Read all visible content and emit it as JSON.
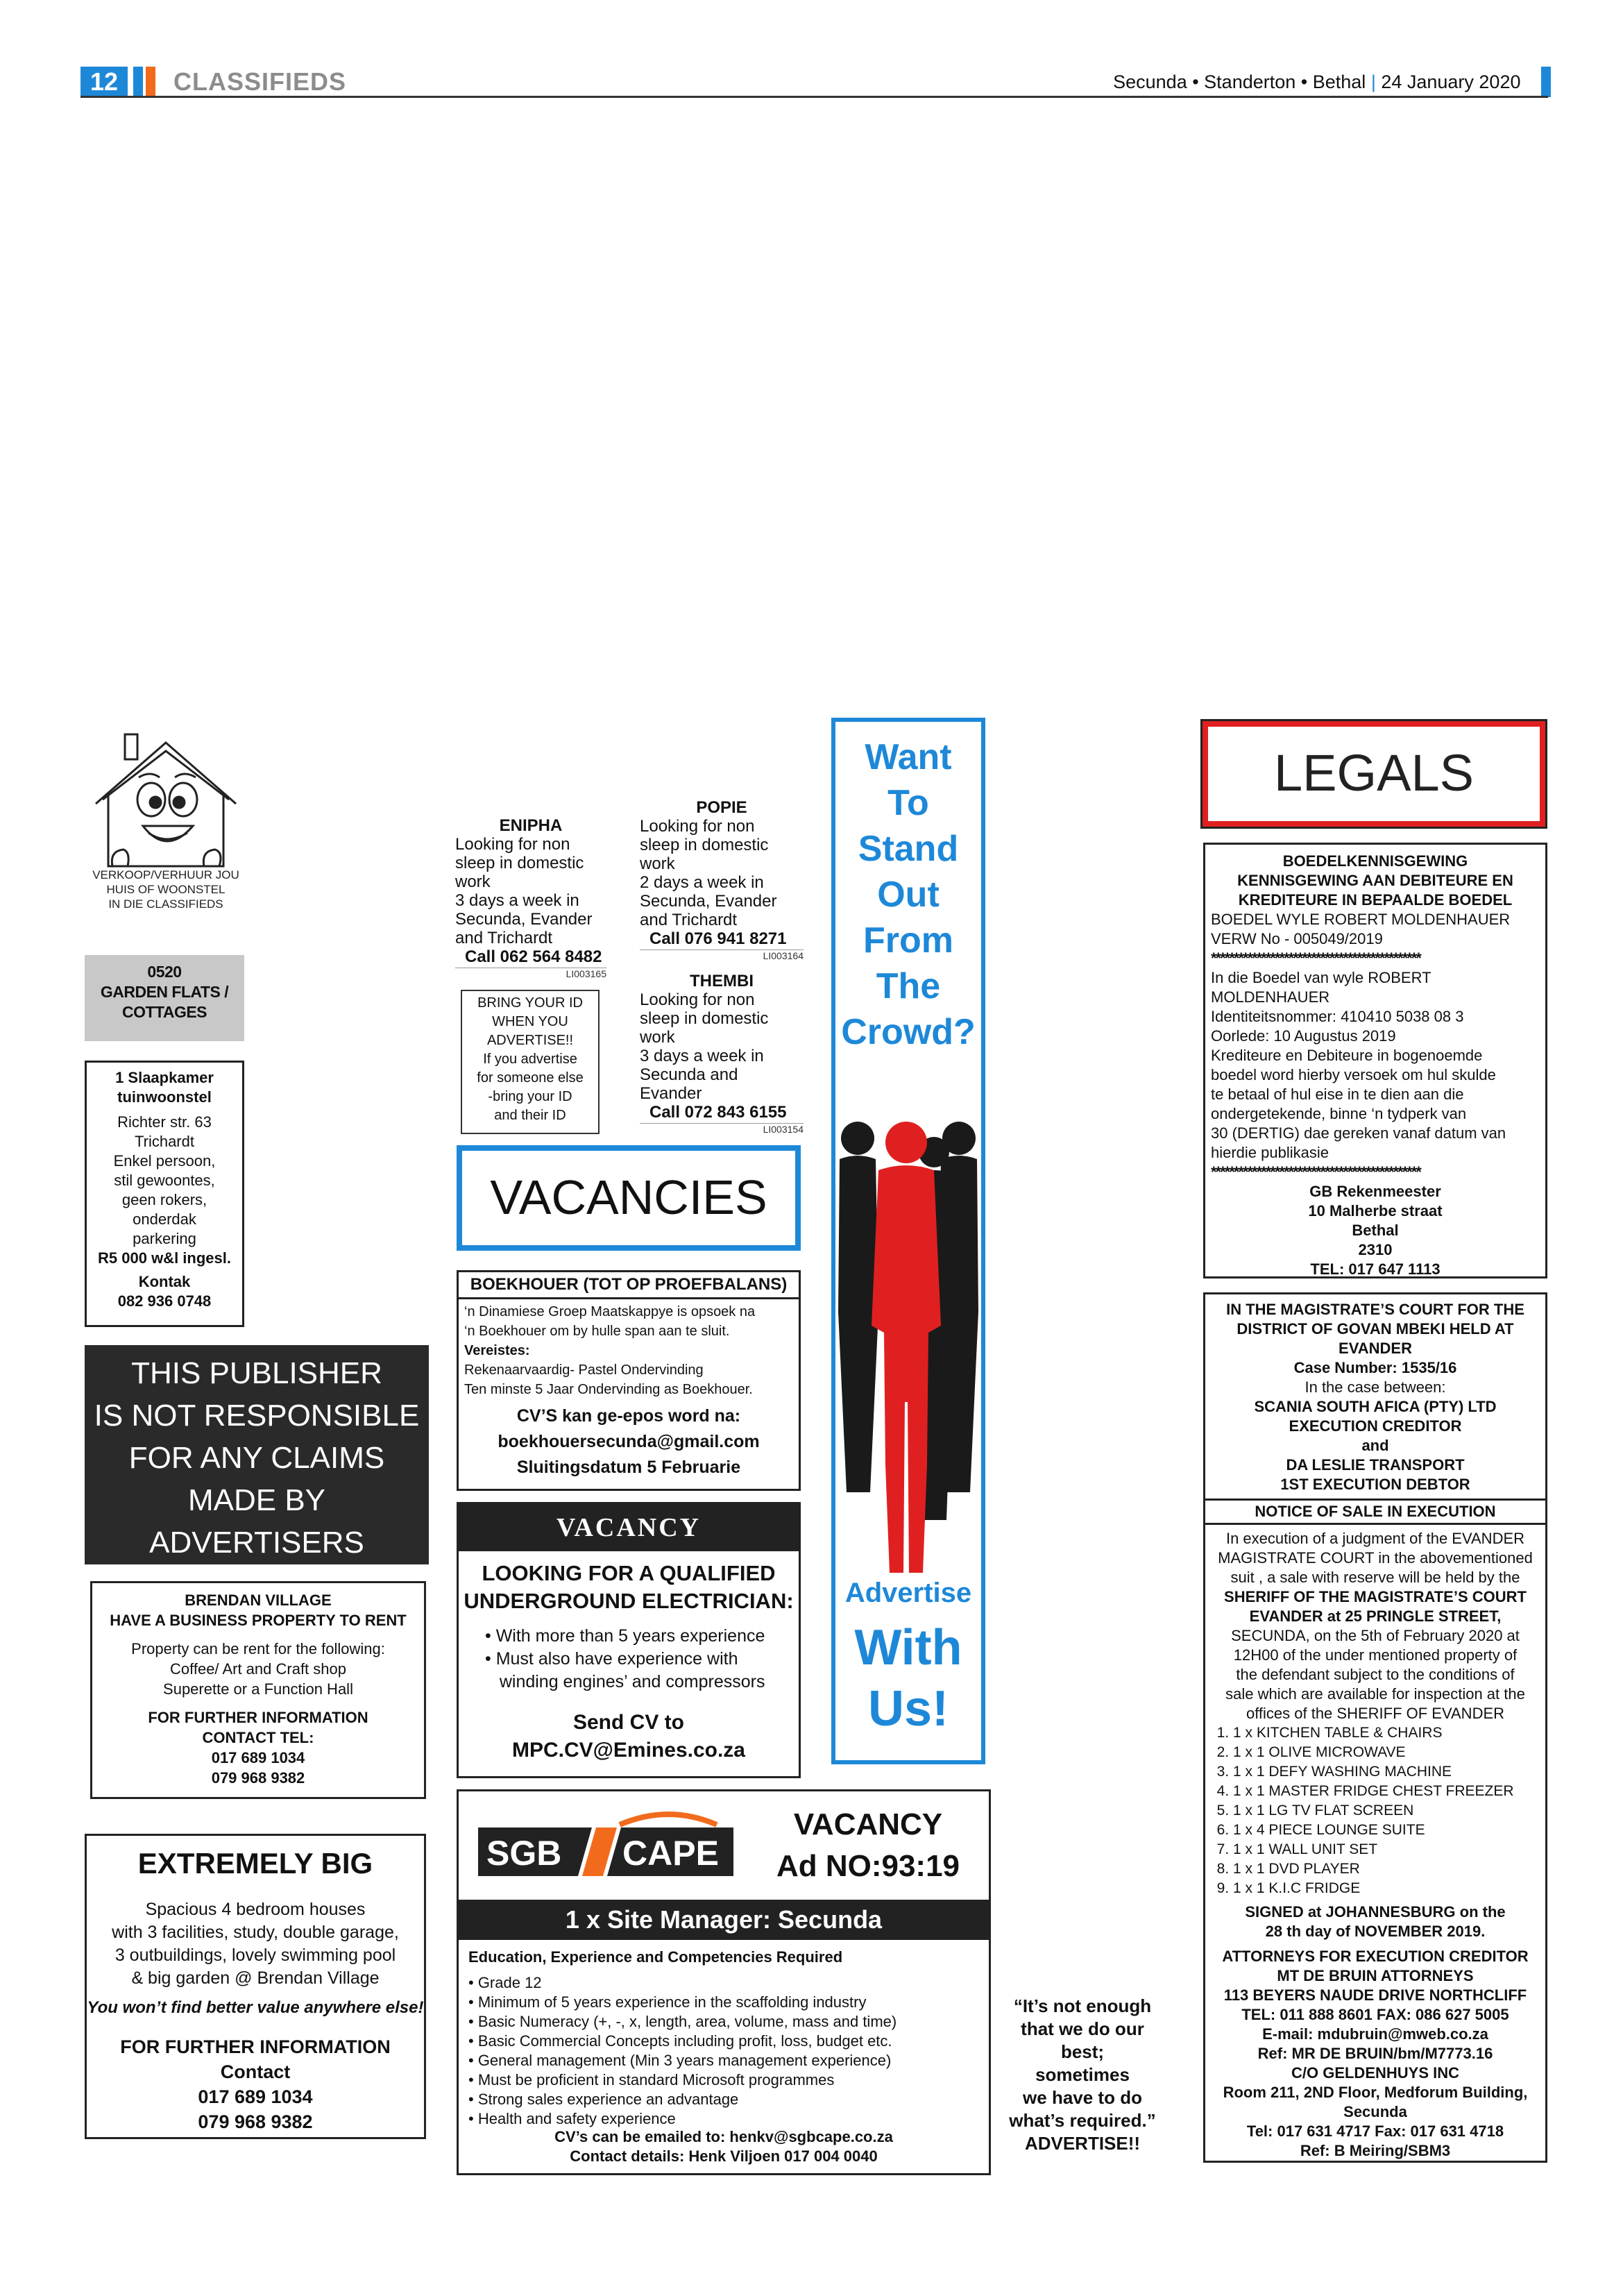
{
  "header": {
    "page_number": "12",
    "section": "CLASSIFIEDS",
    "towns": "Secunda • Standerton • Bethal",
    "date": "24 January 2020"
  },
  "house_ad": {
    "lines": [
      "VERKOOP/VERHUUR JOU",
      "HUIS OF WOONSTEL",
      "IN DIE CLASSIFIEDS"
    ]
  },
  "garden_flats": {
    "code": "0520",
    "title_1": "GARDEN FLATS /",
    "title_2": "COTTAGES"
  },
  "slaapkamer": {
    "title_1": "1 Slaapkamer",
    "title_2": "tuinwoonstel",
    "lines": [
      "Richter str. 63",
      "Trichardt",
      "Enkel persoon,",
      "stil gewoontes,",
      "geen rokers,",
      "onderdak",
      "parkering"
    ],
    "price": "R5 000 w&l ingesl.",
    "contact_label": "Kontak",
    "phone": "082 936 0748"
  },
  "publisher": {
    "lines": [
      "THIS PUBLISHER",
      "IS NOT RESPONSIBLE",
      "FOR ANY CLAIMS",
      "MADE BY",
      "ADVERTISERS"
    ]
  },
  "brendan": {
    "title_1": "BRENDAN VILLAGE",
    "title_2": "HAVE A  BUSINESS PROPERTY TO RENT",
    "lines": [
      "Property can be rent for the following:",
      "Coffee/ Art and Craft shop",
      "Superette  or a Function Hall"
    ],
    "info_1": "FOR FURTHER INFORMATION",
    "info_2": "CONTACT TEL:",
    "phone_1": "017 689 1034",
    "phone_2": "079 968 9382"
  },
  "extremely_big": {
    "title": "EXTREMELY BIG",
    "lines": [
      "Spacious 4 bedroom houses",
      "with 3 facilities, study, double garage,",
      "3 outbuildings, lovely swimming pool",
      "& big garden @ Brendan Village"
    ],
    "tagline": "You won’t find better value anywhere else!",
    "info_1": "FOR FURTHER INFORMATION",
    "info_2": "Contact",
    "phone_1": "017 689 1034",
    "phone_2": "079 968 9382"
  },
  "enipha": {
    "name": "ENIPHA",
    "lines": [
      "Looking for non",
      "sleep in domestic",
      "work",
      "3 days a week in",
      "Secunda, Evander",
      "and Trichardt"
    ],
    "call": "Call 062 564 8482",
    "code": "LI003165"
  },
  "popie": {
    "name": "POPIE",
    "lines": [
      "Looking for non",
      "sleep in domestic",
      "work",
      "2 days a week in",
      "Secunda, Evander",
      "and Trichardt"
    ],
    "call": "Call 076 941 8271",
    "code": "LI003164"
  },
  "thembi": {
    "name": "THEMBI",
    "lines": [
      "Looking for non",
      "sleep in domestic",
      "work",
      "3 days a week in",
      "Secunda and",
      "Evander"
    ],
    "call": "Call 072 843 6155",
    "code": "LI003154"
  },
  "bring_id": {
    "lines": [
      "BRING YOUR ID",
      "WHEN YOU",
      "ADVERTISE!!",
      "If you advertise",
      "for someone else",
      "-bring your ID",
      "and their ID"
    ]
  },
  "vacancies": {
    "label": "VACANCIES"
  },
  "boekhouer": {
    "title": "BOEKHOUER (TOT OP PROEFBALANS)",
    "intro_1": "‘n Dinamiese Groep Maatskappye is opsoek na",
    "intro_2": "‘n Boekhouer om by hulle span aan te sluit.",
    "req_label": "Vereistes:",
    "req_1": "Rekenaarvaardig- Pastel Ondervinding",
    "req_2": "Ten minste 5 Jaar Ondervinding as Boekhouer.",
    "cv_1": "CV’S kan ge-epos word na:",
    "cv_2": "boekhouersecunda@gmail.com",
    "cv_3": "Sluitingsdatum 5 Februarie"
  },
  "electrician": {
    "header": "VACANCY",
    "title_1": "LOOKING FOR A QUALIFIED",
    "title_2": "UNDERGROUND ELECTRICIAN:",
    "bullets": [
      "• With more than 5 years experience",
      "• Must also have experience with",
      "   winding engines’ and compressors"
    ],
    "send_1": "Send CV to",
    "send_2": "MPC.CV@Emines.co.za"
  },
  "sgb": {
    "logo_left": "SGB",
    "logo_right": "CAPE",
    "vacancy": "VACANCY",
    "ad_no": "Ad NO:93:19",
    "position": "1 x Site Manager: Secunda",
    "sub": "Education, Experience and Competencies Required",
    "bullets": [
      "• Grade 12",
      "• Minimum of 5 years experience in the scaffolding industry",
      "• Basic Numeracy (+, -, x, length, area, volume, mass and time)",
      "• Basic Commercial Concepts including profit, loss, budget etc.",
      "• General management  (Min 3 years management experience)",
      "• Must be proficient in standard Microsoft programmes",
      "• Strong sales experience an advantage",
      "• Health and safety experience"
    ],
    "cv": "CV’s can be emailed to: henkv@sgbcape.co.za",
    "contact": "Contact details: Henk Viljoen  017 004 0040"
  },
  "stand_out": {
    "headline": [
      "Want",
      "To",
      "Stand",
      "Out",
      "From",
      "The",
      "Crowd?"
    ],
    "advertise": "Advertise",
    "with": "With",
    "us": "Us!"
  },
  "quote": {
    "lines": [
      "“It’s not enough",
      "that we do our",
      "best;",
      "sometimes",
      "we have to do",
      "what’s required.”",
      "ADVERTISE!!"
    ]
  },
  "legals": {
    "label": "LEGALS"
  },
  "boedel": {
    "title_1": "BOEDELKENNISGEWING",
    "title_2": "KENNISGEWING AAN DEBITEURE EN",
    "title_3": "KREDITEURE IN BEPAALDE BOEDEL",
    "estate_1": "BOEDEL WYLE ROBERT MOLDENHAUER",
    "estate_2": "VERW No -  005049/2019",
    "stars": "**********************************************",
    "body": [
      "In die Boedel van wyle ROBERT MOLDENHAUER",
      "Identiteitsnommer:  410410 5038 08 3",
      "Oorlede: 10 Augustus 2019",
      "Krediteure en Debiteure in bogenoemde",
      "boedel word hierby versoek om hul skulde",
      "te betaal of hul eise in te dien aan die",
      "ondergetekende, binne  ‘n tydperk  van",
      "30 (DERTIG) dae gereken vanaf datum van",
      "hierdie publikasie"
    ],
    "firm": [
      "GB Rekenmeester",
      "10 Malherbe straat",
      "Bethal",
      "2310",
      "TEL: 017 647  1113"
    ]
  },
  "court": {
    "title": [
      "IN THE MAGISTRATE’S COURT FOR THE",
      "DISTRICT OF GOVAN MBEKI HELD AT",
      "EVANDER",
      "Case Number: 1535/16"
    ],
    "between": "In the case between:",
    "parties": [
      "SCANIA SOUTH AFICA (PTY) LTD",
      "EXECUTION CREDITOR",
      "and",
      "DA LESLIE TRANSPORT",
      "1ST EXECUTION DEBTOR"
    ],
    "notice": "NOTICE OF SALE IN EXECUTION",
    "body": [
      "In execution of a judgment of the EVANDER",
      "MAGISTRATE COURT in the abovementioned",
      "suit , a sale with reserve will be held by the",
      "SHERIFF OF THE MAGISTRATE’S COURT",
      "EVANDER at 25 PRINGLE STREET,",
      "SECUNDA, on the 5th of February 2020 at",
      "12H00 of the under mentioned property of",
      "the defendant subject to the conditions of",
      "sale which are available for inspection at the",
      "offices of the SHERIFF  OF EVANDER"
    ],
    "items": [
      "1 x KITCHEN TABLE & CHAIRS",
      "1 x 1 OLIVE MICROWAVE",
      "1 x 1 DEFY WASHING MACHINE",
      "1 x 1 MASTER FRIDGE CHEST FREEZER",
      "1 x 1 LG TV FLAT SCREEN",
      "1 x 4 PIECE LOUNGE SUITE",
      "1 x 1 WALL UNIT SET",
      "1 x 1 DVD PLAYER",
      "1 x 1 K.I.C FRIDGE"
    ],
    "signed_1": "SIGNED at JOHANNESBURG on the",
    "signed_2": "28 th day of  NOVEMBER 2019.",
    "attorneys": [
      "ATTORNEYS FOR EXECUTION CREDITOR",
      "MT DE BRUIN ATTORNEYS",
      "113 BEYERS NAUDE DRIVE NORTHCLIFF",
      "TEL: 011 888 8601  FAX: 086 627 5005",
      "E-mail: mdubruin@mweb.co.za",
      "Ref: MR DE BRUIN/bm/M7773.16",
      "C/O GELDENHUYS INC",
      "Room 211, 2ND Floor, Medforum Building,",
      "Secunda",
      "Tel: 017 631 4717  Fax: 017 631 4718",
      "Ref: B Meiring/SBM3"
    ]
  }
}
